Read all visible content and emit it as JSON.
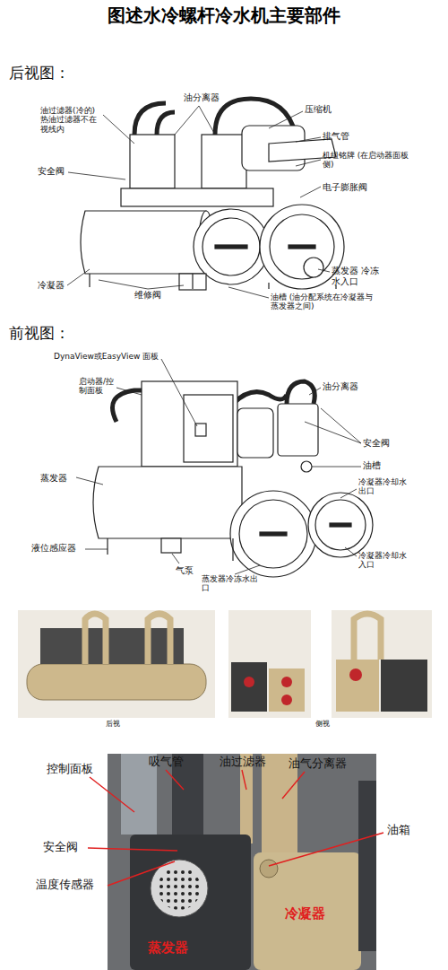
{
  "diagram": {
    "title": "图述水冷螺杆冷水机主要部件",
    "labels": [
      "后视图：",
      "油过滤器(冷的) 热油过滤器不在 视线内",
      "油分离器",
      "压缩机",
      "排气管",
      "机组铭牌 (在启动器面板侧)",
      "电子膨胀阀",
      "安全阀",
      "冷凝器",
      "维修阀",
      "油槽 (油分配系统在冷凝器与蒸发器之间)",
      "蒸发器 冷冻水入口",
      "前视图：",
      "DynaView或EasyView 面板",
      "启动器/控制面板",
      "油分离器",
      "安全阀",
      "油槽",
      "冷凝器冷却水出口",
      "蒸发器",
      "液位感应器",
      "气泵",
      "蒸发器冷冻水出口",
      "冷凝器冷却水入口",
      "后视",
      "侧视",
      "控制面板",
      "吸气管",
      "油过滤器",
      "油气分离器",
      "油箱",
      "安全阀",
      "温度传感器",
      "蒸发器",
      "冷凝器"
    ]
  }
}
